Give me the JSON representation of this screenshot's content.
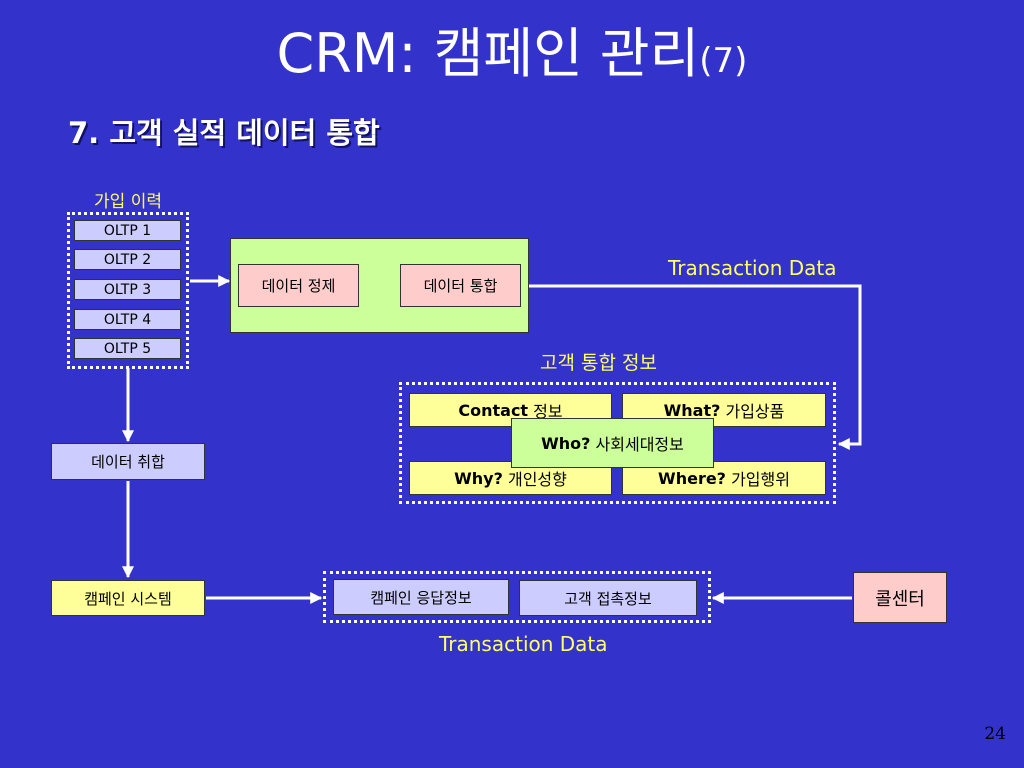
{
  "title": {
    "main": "CRM: 캠페인 관리",
    "suffix": "(7)"
  },
  "subtitle": {
    "number": "7.",
    "text": "고객 실적 데이터 통합"
  },
  "signup_history": {
    "label": "가입 이력",
    "systems": [
      "OLTP 1",
      "OLTP 2",
      "OLTP 3",
      "OLTP 4",
      "OLTP 5"
    ]
  },
  "processing": {
    "cleansing": "데이터 정제",
    "integration": "데이터 통합"
  },
  "transaction_label_top": "Transaction Data",
  "customer_info": {
    "label": "고객 통합 정보",
    "contact": {
      "key": "Contact",
      "value": "정보"
    },
    "what": {
      "key": "What?",
      "value": "가입상품"
    },
    "who": {
      "key": "Who?",
      "value": "사회세대정보"
    },
    "why": {
      "key": "Why?",
      "value": "개인성향"
    },
    "where": {
      "key": "Where?",
      "value": "가입행위"
    }
  },
  "aggregation": "데이터 취합",
  "campaign_system": "캠페인 시스템",
  "campaign_response": "캠페인 응답정보",
  "customer_contact": "고객 접촉정보",
  "call_center": "콜센터",
  "transaction_label_bottom": "Transaction Data",
  "page_number": "24",
  "colors": {
    "background": "#3333cc",
    "label_yellow": "#ffff66",
    "box_lavender": "#ccccff",
    "box_yellow": "#ffff99",
    "box_pink": "#ffcccc",
    "box_green": "#ccff99"
  }
}
